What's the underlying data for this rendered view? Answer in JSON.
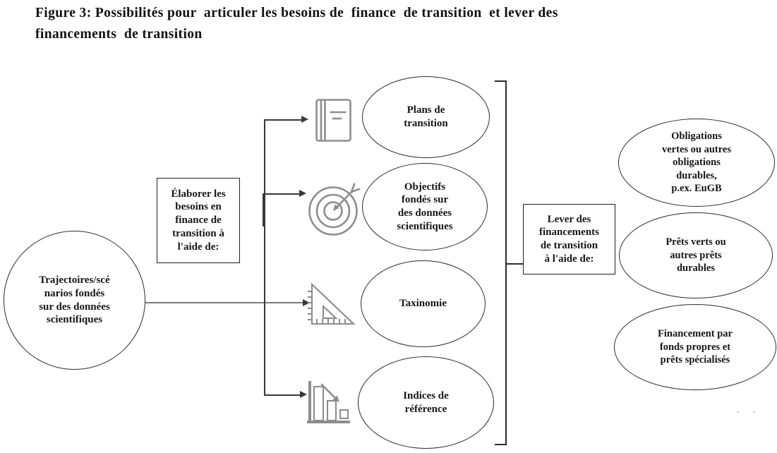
{
  "title": "Figure 3: Possibilités pour  articuler les besoins de  finance  de transition  et lever des\nfinancements  de transition",
  "nodes": {
    "source": {
      "text": "Trajectoires/scé\nnarios fondés\nsur des données\nscientifiques"
    },
    "elaborer_box": {
      "text": "Élaborer les\nbesoins en\nfinance de\ntransition à\nl'aide de:"
    },
    "plans": {
      "text": "Plans de\ntransition",
      "icon": "book-icon"
    },
    "objectifs": {
      "text": "Objectifs\nfondés sur\ndes données\nscientifiques",
      "icon": "target-dart-icon"
    },
    "taxinomie": {
      "text": "Taxinomie",
      "icon": "set-square-ruler-icon"
    },
    "indices": {
      "text": "Indices de\nréférence",
      "icon": "declining-bar-chart-icon"
    },
    "lever_box": {
      "text": "Lever des\nfinancements\nde transition\nà l'aide de:"
    },
    "obligations": {
      "text": "Obligations\nvertes ou autres\nobligations\ndurables,\np.ex. EuGB"
    },
    "prets": {
      "text": "Prêts verts ou\nautres prêts\ndurables"
    },
    "financement": {
      "text": "Financement par\nfonds propres et\nprêts spécialisés"
    }
  },
  "colors": {
    "background": "#ffffff",
    "text": "#161616",
    "node_border": "#2c2c2c",
    "connector": "#383838",
    "main_connector": "#7a7a7a",
    "icon": "#8d8d8d"
  }
}
